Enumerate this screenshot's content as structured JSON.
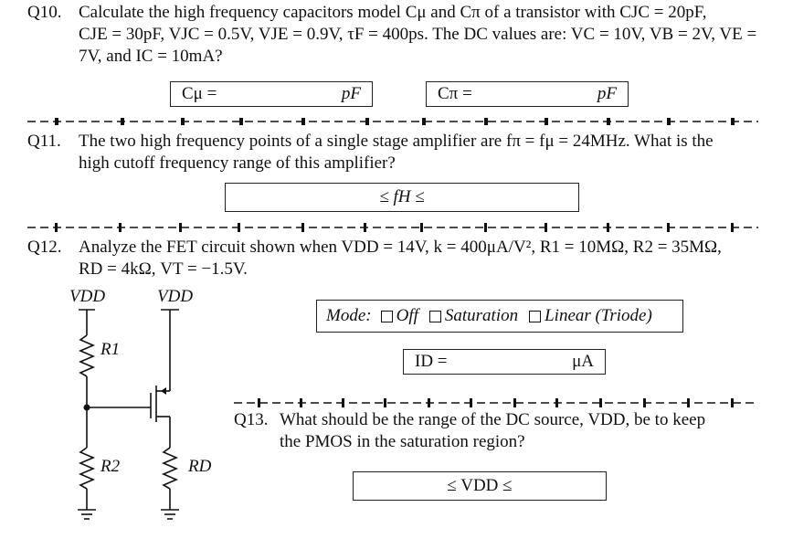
{
  "q10": {
    "number": "Q10.",
    "line1": "Calculate the high frequency capacitors model Cμ and Cπ of a transistor with CJC = 20pF,",
    "line2": "CJE = 30pF, VJC = 0.5V, VJE = 0.9V, τF = 400ps. The DC values are: VC = 10V, VB = 2V, VE =",
    "line3": "7V, and IC = 10mA?",
    "box_cmu": {
      "label": "Cμ =",
      "unit": "pF"
    },
    "box_cpi": {
      "label": "Cπ =",
      "unit": "pF"
    }
  },
  "q11": {
    "number": "Q11.",
    "line1": "The two high frequency points of a single stage amplifier are fπ = fμ = 24MHz. What is the",
    "line2": "high cutoff frequency range of this amplifier?",
    "answer": "≤ fH ≤"
  },
  "q12": {
    "number": "Q12.",
    "line1": "Analyze the FET circuit shown when VDD = 14V, k = 400μA/V², R1 = 10MΩ, R2 = 35MΩ,",
    "line2": "RD = 4kΩ, VT = −1.5V.",
    "mode_label": "Mode:",
    "mode_options": [
      "Off",
      "Saturation",
      "Linear (Triode)"
    ],
    "id_label": "ID =",
    "id_unit": "μA",
    "circuit": {
      "vdd_left": "VDD",
      "vdd_right": "VDD",
      "r1": "R1",
      "r2": "R2",
      "rd": "RD"
    }
  },
  "q13": {
    "number": "Q13.",
    "line1": "What should be the range of the DC source, VDD, be to keep",
    "line2": "the PMOS in the saturation region?",
    "answer": "≤ VDD ≤"
  }
}
